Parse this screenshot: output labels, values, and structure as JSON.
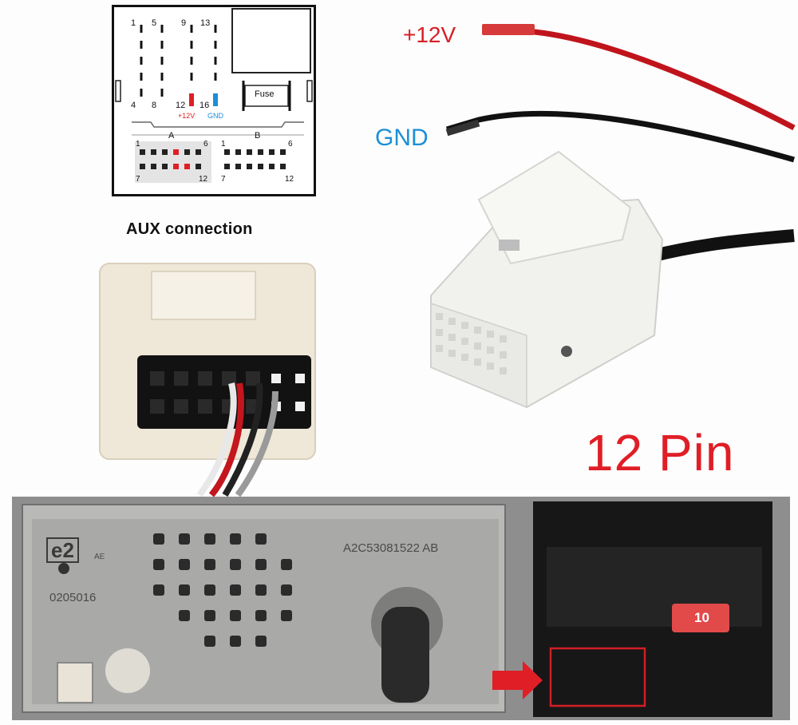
{
  "pinout": {
    "pins_top": [
      "1",
      "5",
      "9",
      "13"
    ],
    "pins_bottom": [
      "4",
      "8",
      "12",
      "16"
    ],
    "label_12v": "+12V",
    "label_gnd": "GND",
    "fuse": "Fuse",
    "block_a": "A",
    "block_b": "B",
    "a_first": "1",
    "a_last_top": "6",
    "a_first_bottom": "7",
    "a_last_bottom": "12",
    "b_first": "1",
    "b_last_top": "6",
    "b_first_bottom": "7",
    "b_last_bottom": "12",
    "colors": {
      "v12": "#e01e26",
      "gnd": "#1c8fd6"
    }
  },
  "aux_caption": "AUX connection",
  "wire_labels": {
    "v12": "+12V",
    "gnd": "GND"
  },
  "pin_count": "12 Pin",
  "radio": {
    "serial": "A2C53081522 AB",
    "logo": "e2",
    "logo_suffix": "AE",
    "code": "0205016",
    "fuse_value": "10"
  }
}
